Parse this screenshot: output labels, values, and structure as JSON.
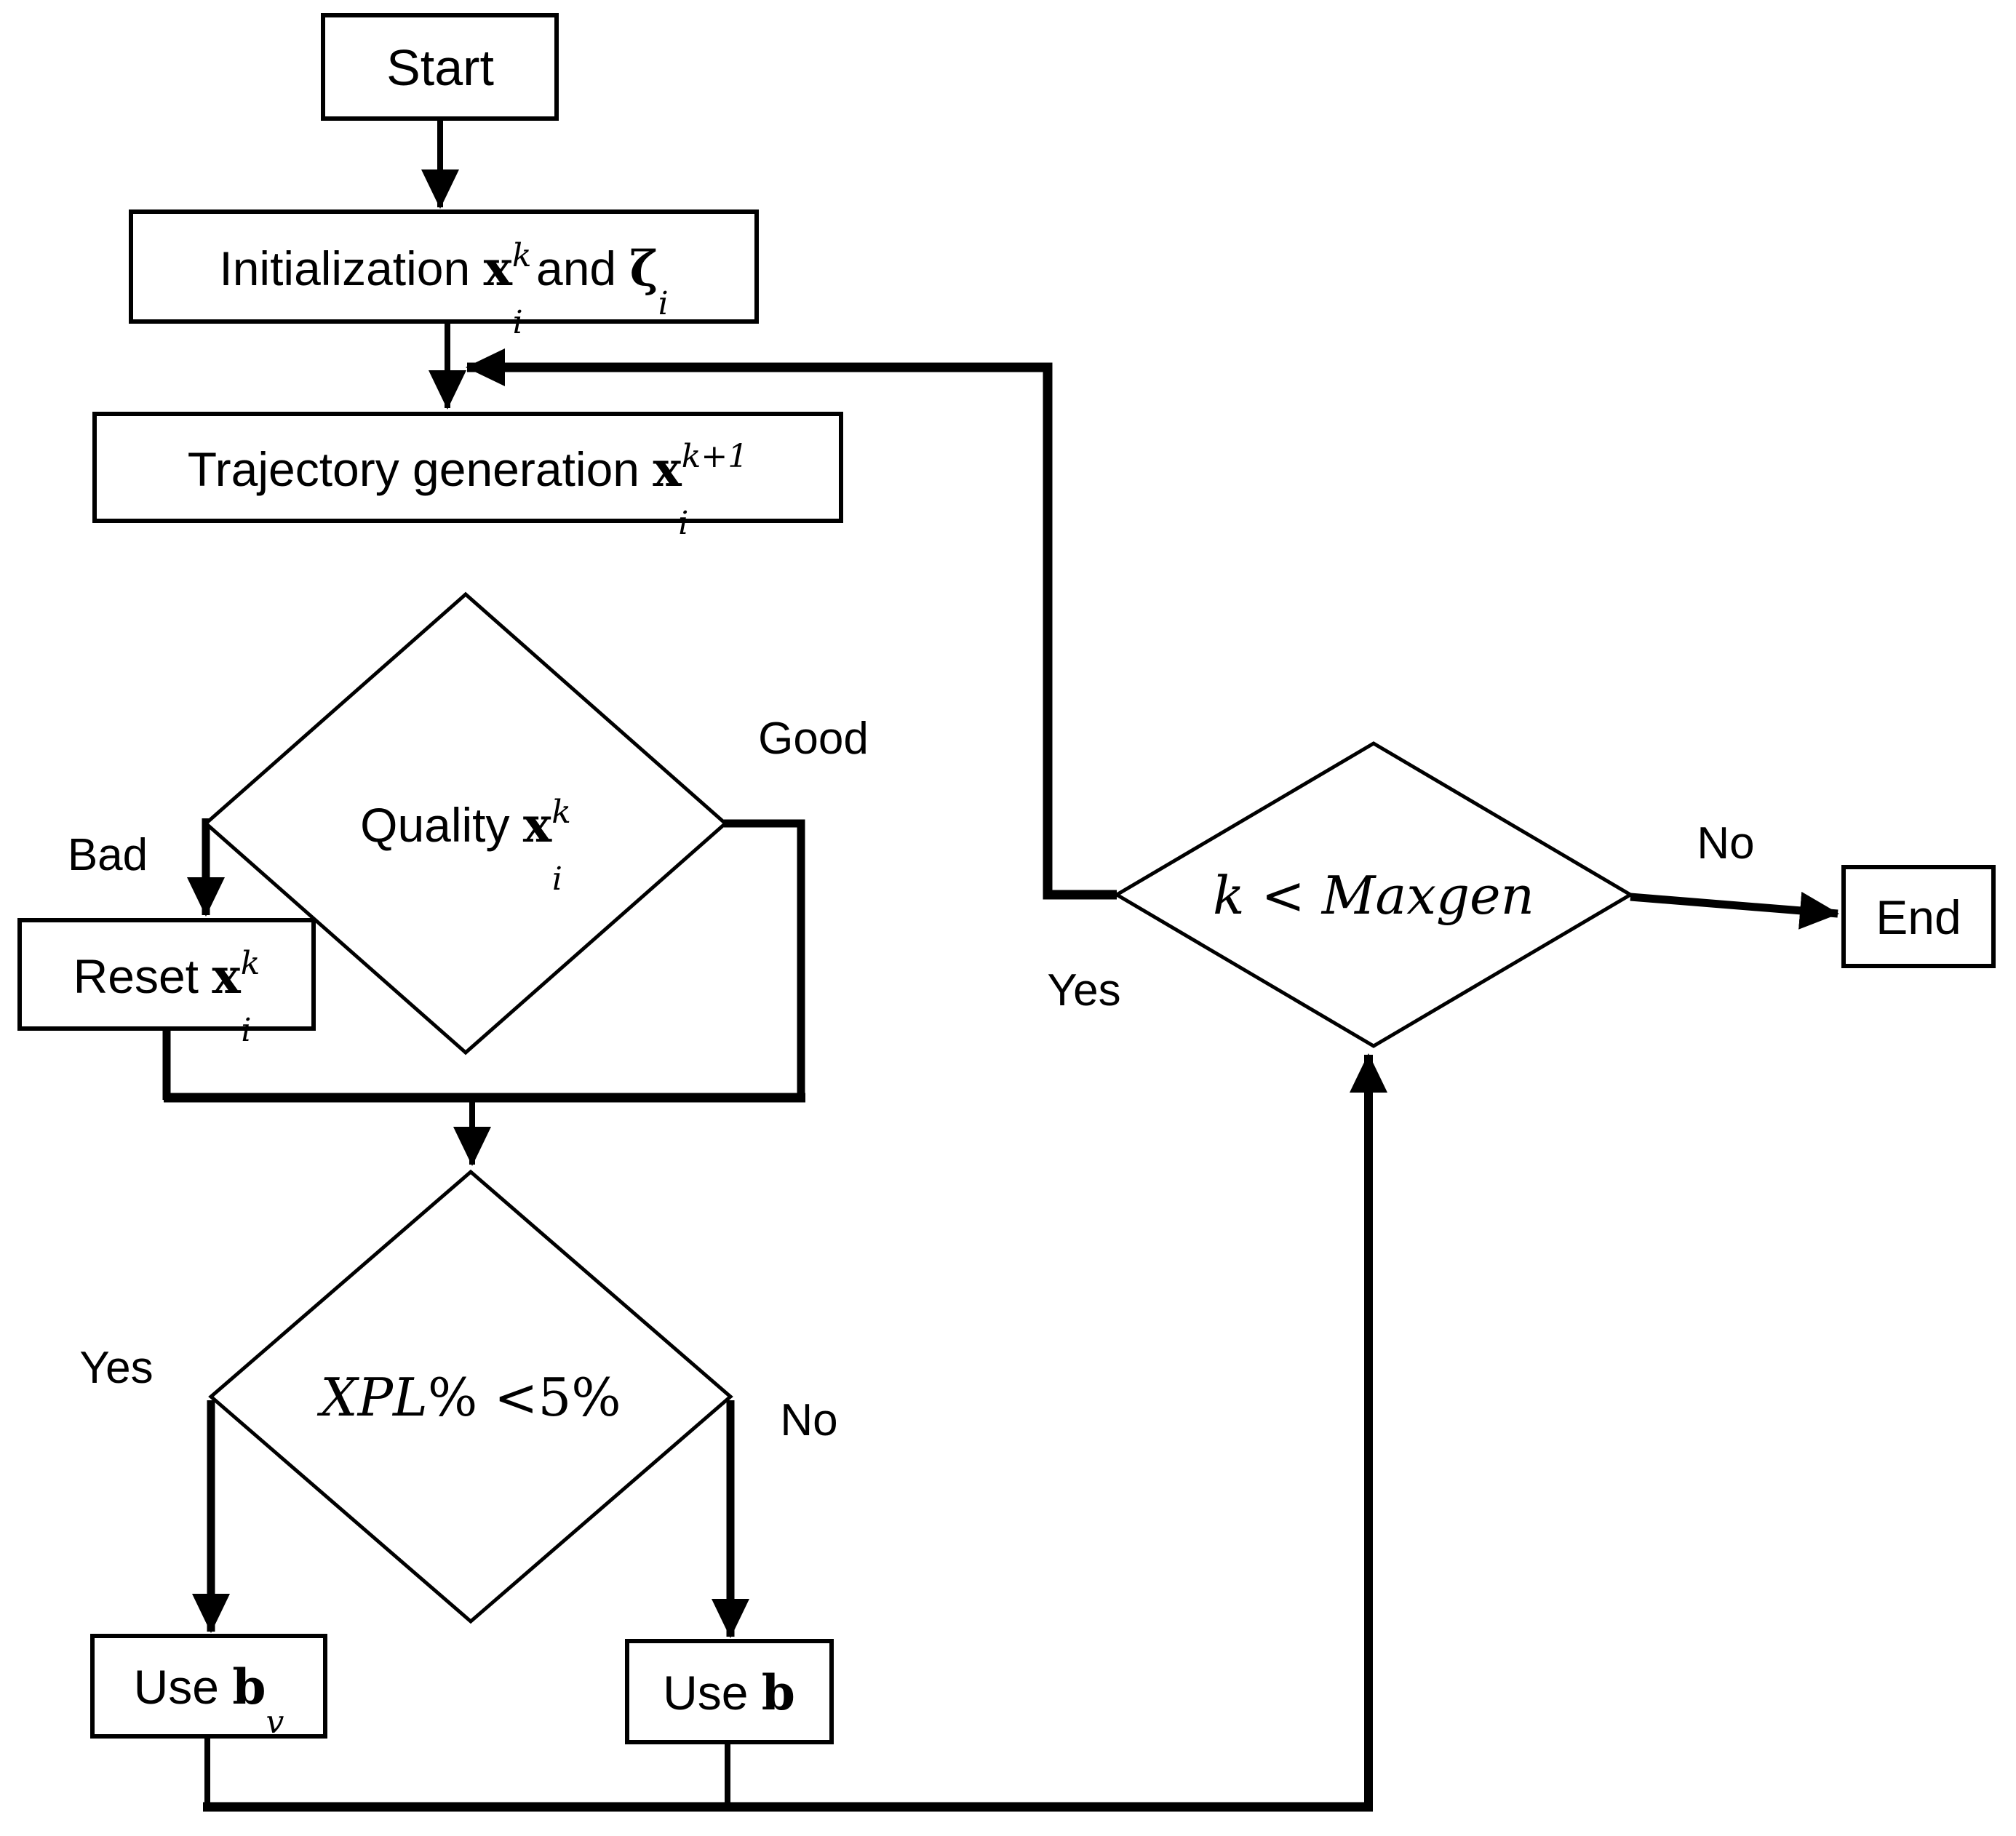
{
  "figure": {
    "type": "flowchart",
    "colors": {
      "background": "#ffffff",
      "line": "#000000",
      "shape_fill": "#ffffff",
      "text": "#000000"
    },
    "nodes": {
      "start": {
        "label": "Start"
      },
      "init": {
        "text_before": "Initialization ",
        "x_symbol": "x",
        "x_sup": "k",
        "x_sub": "i",
        "text_mid": " and ",
        "zeta_symbol": "ζ",
        "zeta_sub": "i"
      },
      "trajectory": {
        "text_before": "Trajectory generation ",
        "x_symbol": "x",
        "x_sup": "k+1",
        "x_sub": "i"
      },
      "quality": {
        "text_before": "Quality ",
        "x_symbol": "x",
        "x_sup": "k",
        "x_sub": "i"
      },
      "reset": {
        "text_before": "Reset ",
        "x_symbol": "x",
        "x_sup": "k",
        "x_sub": "i"
      },
      "xpl": {
        "math_part": "XPL",
        "rest_part": "% <5%"
      },
      "use_bv": {
        "text_before": "Use ",
        "b_symbol": "b",
        "b_sub": "v"
      },
      "use_b": {
        "text_before": "Use ",
        "b_symbol": "b"
      },
      "maxgen": {
        "label": "k < Maxgen"
      },
      "end": {
        "label": "End"
      }
    },
    "edge_labels": {
      "quality_bad": "Bad",
      "quality_good": "Good",
      "xpl_yes": "Yes",
      "xpl_no": "No",
      "maxgen_yes": "Yes",
      "maxgen_no": "No"
    }
  }
}
